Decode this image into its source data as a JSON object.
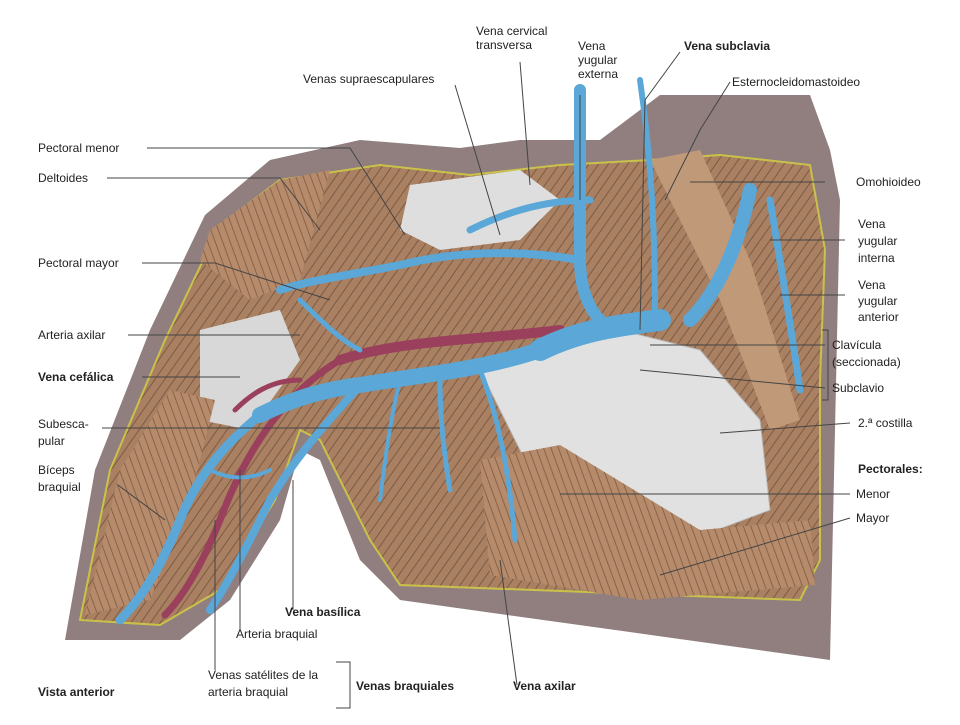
{
  "labels": {
    "vena_cervical_transversa": [
      "Vena cervical",
      "transversa"
    ],
    "vena_yugular_externa": [
      "Vena",
      "yugular",
      "externa"
    ],
    "vena_subclavia": "Vena subclavia",
    "esternocleidomastoideo": "Esternocleidomastoideo",
    "venas_supraescapulares": "Venas supraescapulares",
    "pectoral_menor": "Pectoral menor",
    "deltoides": "Deltoides",
    "omohioideo": "Omohioideo",
    "pectoral_mayor": "Pectoral mayor",
    "vena_yugular_interna": [
      "Vena",
      "yugular",
      "interna"
    ],
    "vena_yugular_anterior": [
      "Vena",
      "yugular",
      "anterior"
    ],
    "arteria_axilar": "Arteria axilar",
    "clavicula": [
      "Clavícula",
      "(seccionada)"
    ],
    "vena_cefalica": "Vena cefálica",
    "subclavio": "Subclavio",
    "subescapular": [
      "Subesca-",
      "pular"
    ],
    "segunda_costilla": "2.ª costilla",
    "biceps_braquial": [
      "Bíceps",
      "braquial"
    ],
    "pectorales": "Pectorales:",
    "menor": "Menor",
    "mayor": "Mayor",
    "vena_basilica": "Vena basílica",
    "arteria_braquial": "Arteria braquial",
    "venas_satelites": [
      "Venas satélites de la",
      "arteria braquial"
    ],
    "venas_braquiales": "Venas braquiales",
    "vena_axilar": "Vena axilar",
    "vista_anterior": "Vista anterior"
  },
  "colors": {
    "vein": "#5aa7d8",
    "artery": "#9a3f5c",
    "muscle": "#a87e5e",
    "muscle_light": "#c9a888",
    "fascia": "#dcdcdc",
    "skin": "#8f7d7d",
    "outline": "#c9c24a"
  }
}
